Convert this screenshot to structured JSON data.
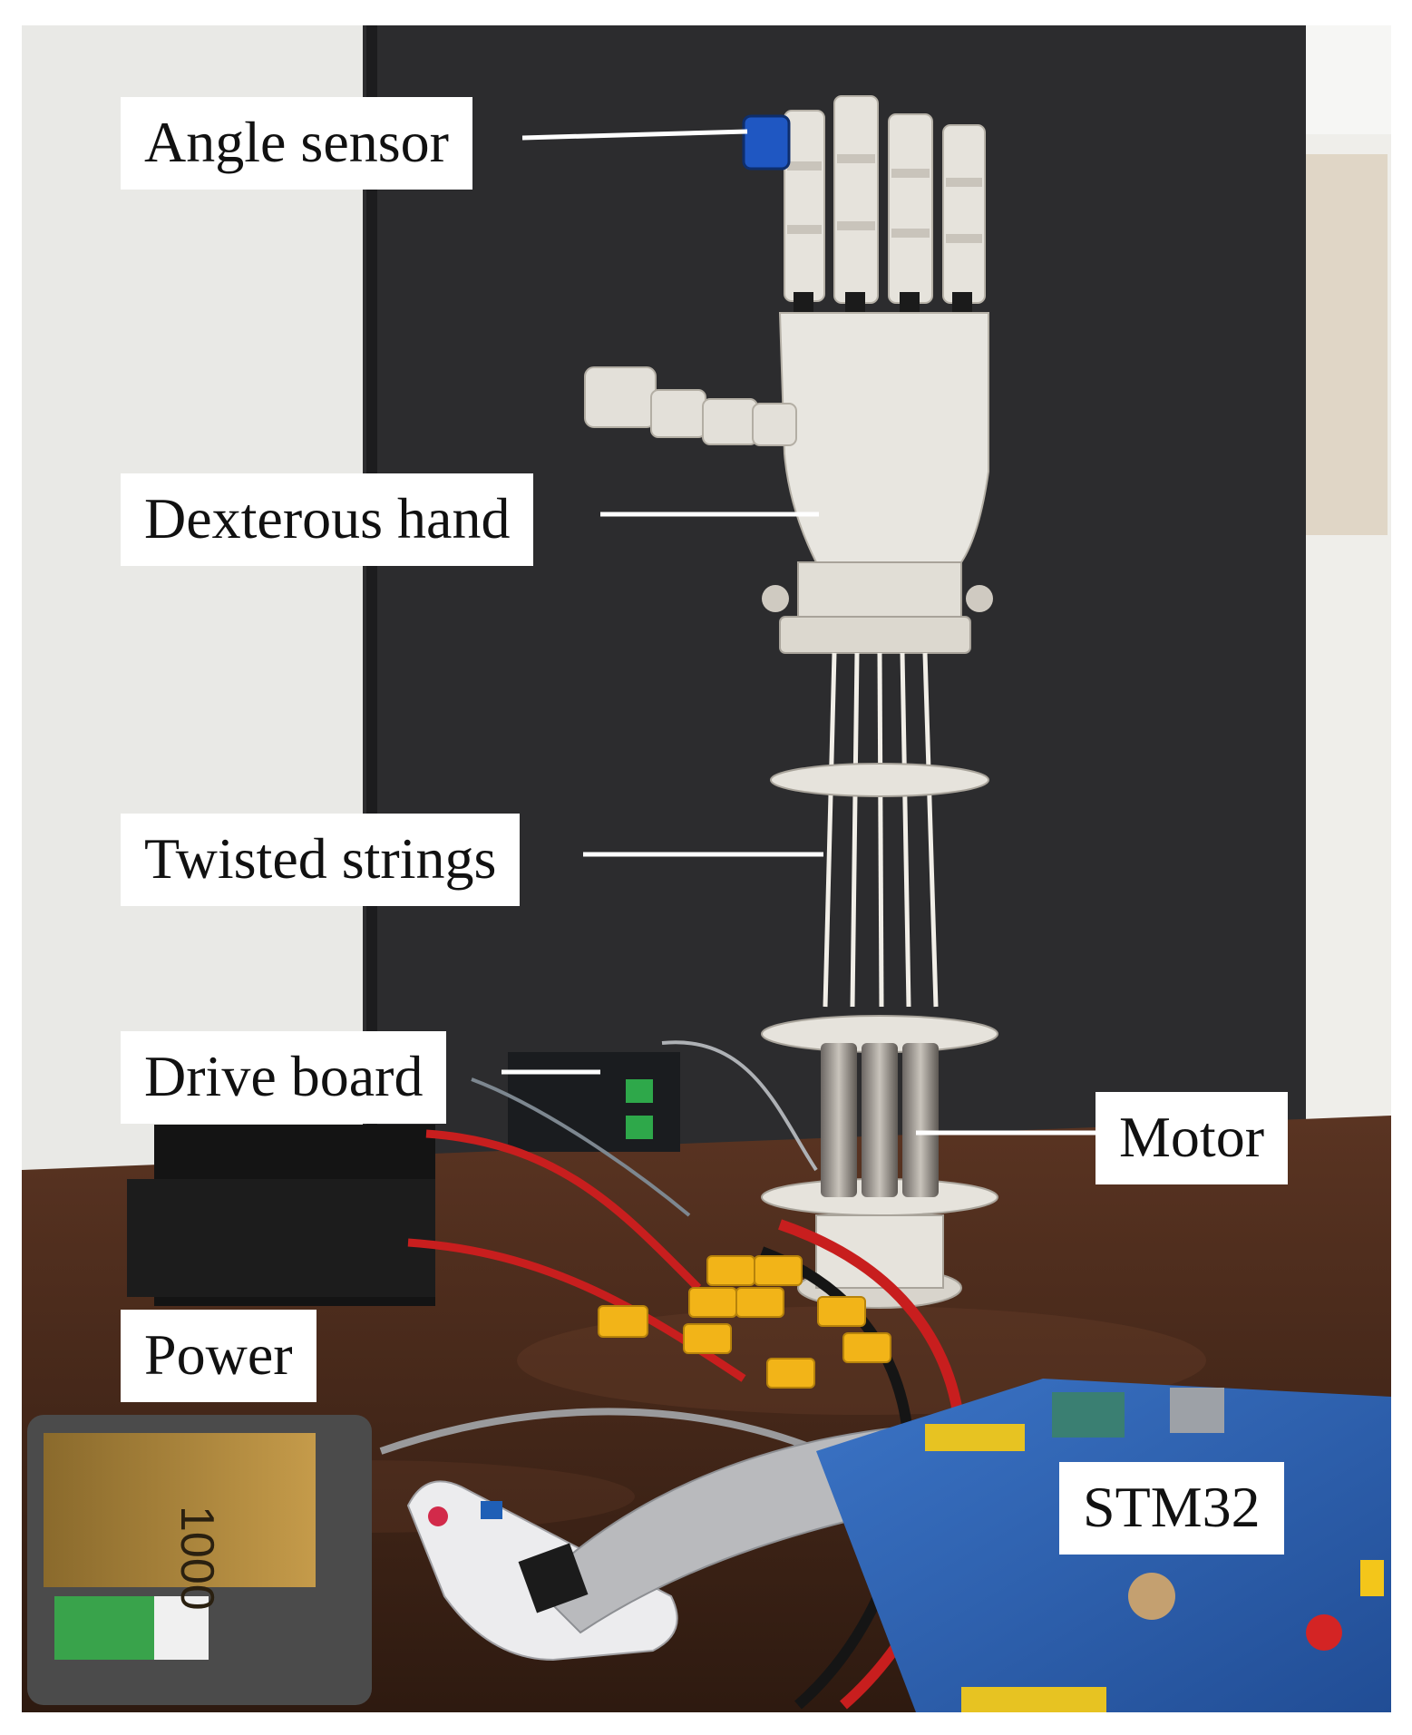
{
  "labels": {
    "angle_sensor": "Angle sensor",
    "dexterous_hand": "Dexterous hand",
    "twisted_strings": "Twisted strings",
    "drive_board": "Drive board",
    "motor": "Motor",
    "power": "Power",
    "stm32": "STM32"
  },
  "battery_text": "1000",
  "colors": {
    "backdrop": "#2b2b2d",
    "wall": "#eeeeec",
    "table": "#4a2a1c",
    "printed_part": "#e6e3dc",
    "board_blue": "#2e63b4",
    "connector_yellow": "#f2b418",
    "wire_red": "#c81e1e",
    "label_bg": "#ffffff"
  }
}
